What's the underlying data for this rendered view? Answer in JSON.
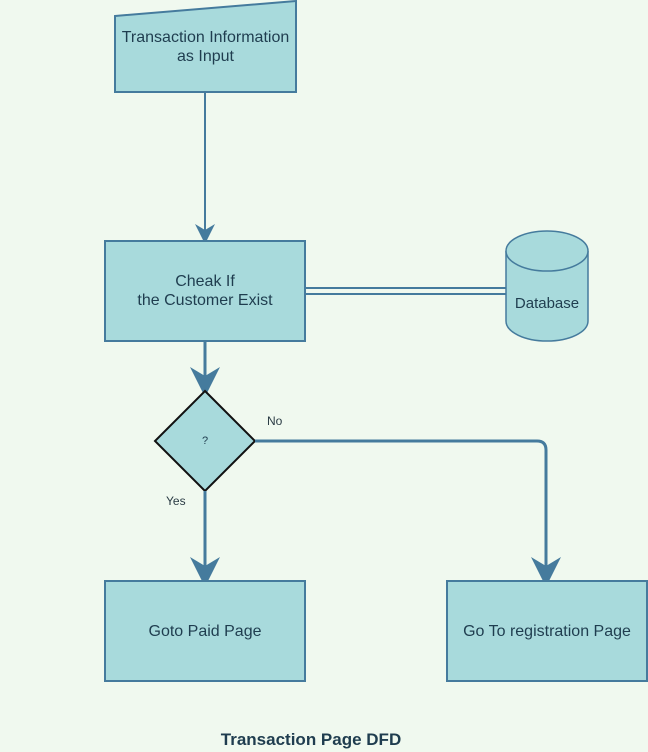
{
  "nodes": {
    "input": "Transaction Information as Input",
    "check": [
      "Cheak If",
      "the Customer Exist"
    ],
    "database": "Database",
    "decision": "?",
    "paid": "Goto Paid Page",
    "registration": "Go To registration Page"
  },
  "edges": {
    "no": "No",
    "yes": "Yes"
  },
  "caption": "Transaction Page DFD",
  "colors": {
    "background": "#f0f9ef",
    "fill": "#a8dadc",
    "stroke": "#457b9d",
    "text": "#1f3d4f"
  }
}
